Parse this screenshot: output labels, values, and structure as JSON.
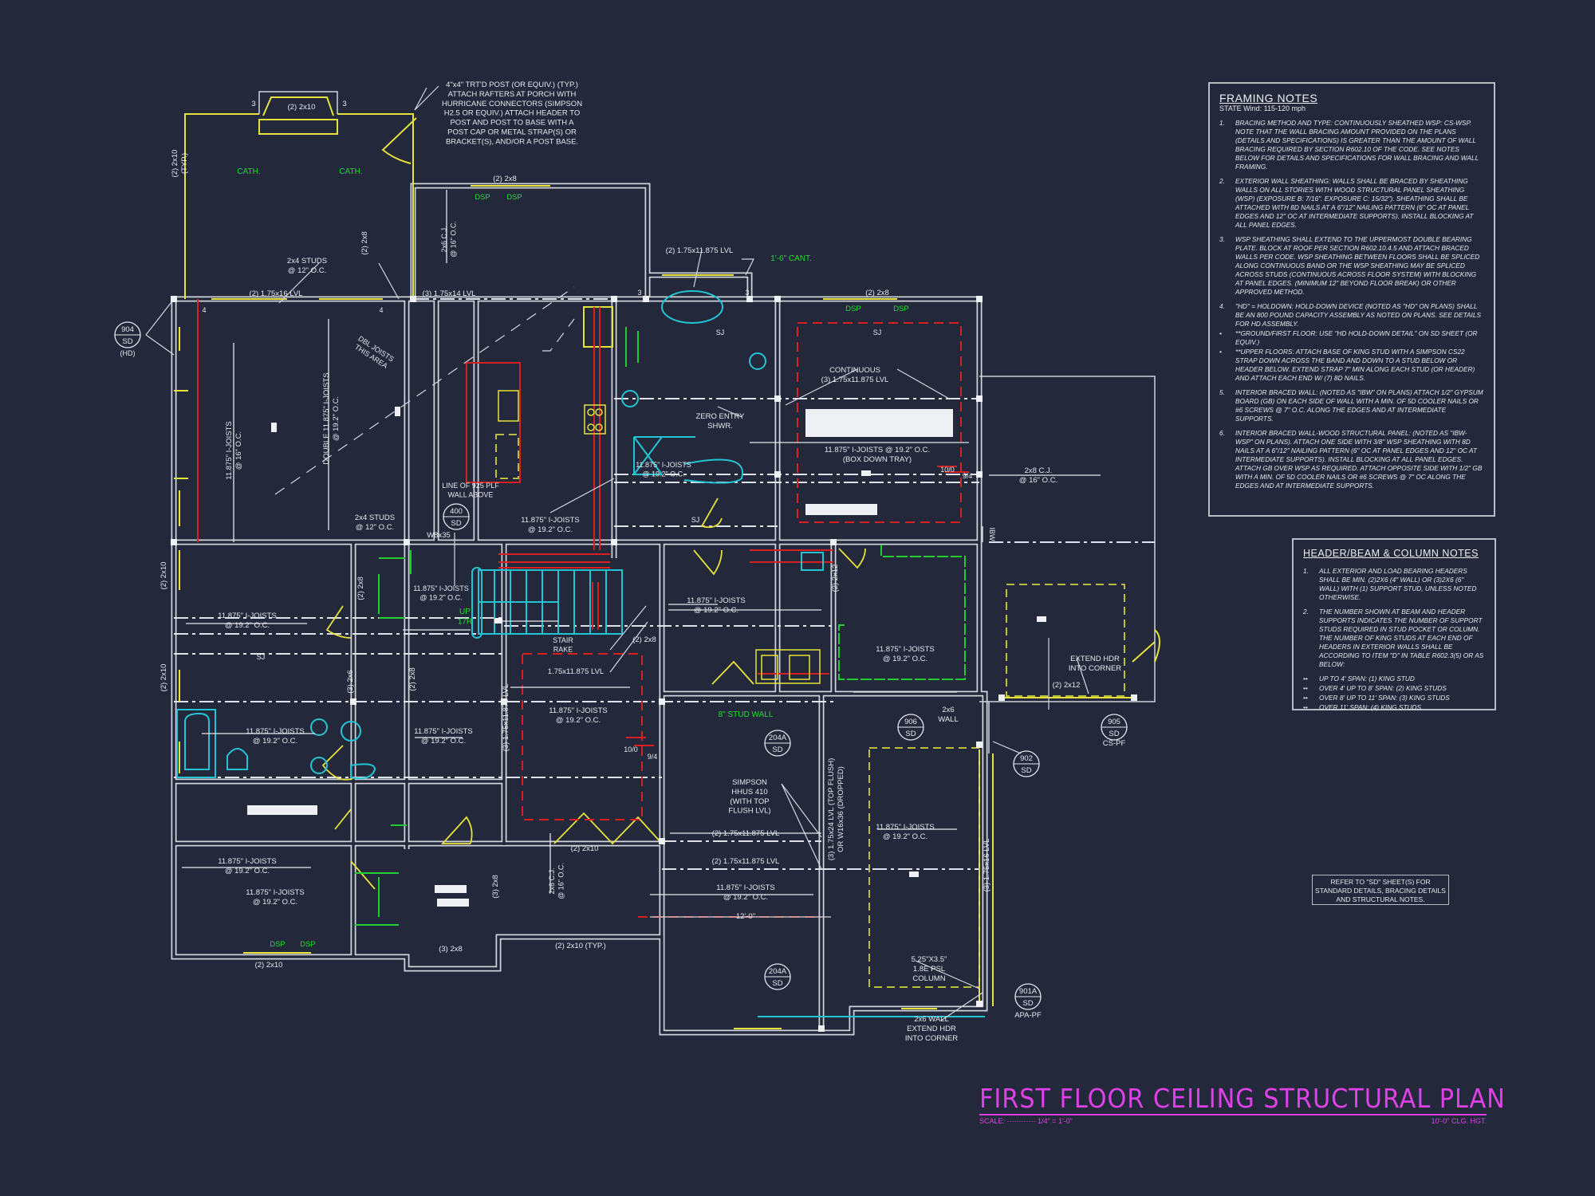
{
  "title": {
    "main": "FIRST FLOOR CEILING STRUCTURAL PLAN",
    "scale": "SCALE: ············ 1/4\" = 1'-0\"",
    "ceiling_height": "10'-0\" CLG. HGT."
  },
  "colors": {
    "background": "#23283a",
    "walls": "#d4d7de",
    "beams": "#e6e23c",
    "labels_green": "#22dd33",
    "red_dashed": "#d82020",
    "fixtures_cyan": "#22c4d4",
    "title_magenta": "#e040e8"
  },
  "framing_notes": {
    "title": "FRAMING NOTES",
    "subtitle": "STATE Wind: 115-120 mph",
    "items": [
      {
        "num": "1.",
        "text": "BRACING METHOD AND TYPE: CONTINUOUSLY SHEATHED WSP: CS-WSP. NOTE THAT THE WALL BRACING AMOUNT PROVIDED ON THE PLANS (DETAILS AND SPECIFICATIONS) IS GREATER THAN THE AMOUNT OF WALL BRACING REQUIRED BY SECTION R602.10 OF THE CODE. SEE NOTES BELOW FOR DETAILS AND SPECIFICATIONS FOR WALL BRACING AND WALL FRAMING."
      },
      {
        "num": "2.",
        "text": "EXTERIOR WALL SHEATHING: WALLS SHALL BE BRACED BY SHEATHING WALLS ON ALL STORIES WITH WOOD STRUCTURAL PANEL SHEATHING (WSP) (EXPOSURE B: 7/16\". EXPOSURE C: 15/32\"). SHEATHING SHALL BE ATTACHED WITH 8d NAILS AT A 6\"/12\" NAILING PATTERN (6\" OC AT PANEL EDGES AND 12\" OC AT INTERMEDIATE SUPPORTS). INSTALL BLOCKING AT ALL PANEL EDGES."
      },
      {
        "num": "3.",
        "text": "WSP SHEATHING SHALL EXTEND TO THE UPPERMOST DOUBLE BEARING PLATE. BLOCK AT ROOF PER SECTION R602.10.4.5 AND ATTACH BRACED WALLS PER CODE. WSP SHEATHING BETWEEN FLOORS SHALL BE SPLICED ALONG CONTINUOUS BAND OR THE WSP SHEATHING MAY BE SPLICED ACROSS STUDS (CONTINUOUS ACROSS FLOOR SYSTEM) WITH BLOCKING AT PANEL EDGES. (MINIMUM 12\" BEYOND FLOOR BREAK) OR OTHER APPROVED METHOD."
      },
      {
        "num": "4.",
        "text": "\"HD\" = HOLDOWN: HOLD-DOWN DEVICE (NOTED AS \"HD\" ON PLANS) SHALL BE AN 800 POUND CAPACITY ASSEMBLY AS NOTED ON PLANS. SEE DETAILS FOR HD ASSEMBLY."
      },
      {
        "num": "•",
        "text": "**GROUND/FIRST FLOOR: USE \"HD HOLD-DOWN DETAIL\" ON SD SHEET (OR EQUIV.)"
      },
      {
        "num": "•",
        "text": "**UPPER FLOORS: ATTACH BASE OF KING STUD WITH A SIMPSON CS22 STRAP DOWN ACROSS THE BAND AND DOWN TO A STUD BELOW OR HEADER BELOW. EXTEND STRAP 7\" MIN ALONG EACH STUD (OR HEADER) AND ATTACH EACH END W/ (7) 8d NAILS."
      },
      {
        "num": "5.",
        "text": "INTERIOR BRACED WALL: (NOTED AS \"IBW\" ON PLANS) ATTACH 1/2\" GYPSUM BOARD (GB) ON EACH SIDE OF WALL WITH A MIN. OF 5d COOLER NAILS OR #6 SCREWS @ 7\" O.C. ALONG THE EDGES AND AT INTERMEDIATE SUPPORTS."
      },
      {
        "num": "6.",
        "text": "INTERIOR BRACED WALL-WOOD STRUCTURAL PANEL: (NOTED AS \"IBW-WSP\" ON PLANS). ATTACH ONE SIDE WITH 3/8\" WSP SHEATHING WITH 8d NAILS AT A 6\"/12\" NAILING PATTERN (6\" OC AT PANEL EDGES AND 12\" OC AT INTERMEDIATE SUPPORTS). INSTALL BLOCKING AT ALL PANEL EDGES. ATTACH GB OVER WSP AS REQUIRED. ATTACH OPPOSITE SIDE WITH 1/2\" GB WITH A MIN. OF 5d COOLER NAILS OR #6 SCREWS @ 7\" OC ALONG THE EDGES AND AT INTERMEDIATE SUPPORTS."
      }
    ]
  },
  "header_notes": {
    "title": "HEADER/BEAM & COLUMN NOTES",
    "items": [
      {
        "num": "1.",
        "text": "ALL EXTERIOR AND LOAD BEARING HEADERS SHALL BE MIN. (2)2x6 (4\" WALL) OR (3)2x6 (6\" WALL) WITH (1) SUPPORT STUD, UNLESS NOTED OTHERWISE."
      },
      {
        "num": "2.",
        "text": "THE NUMBER SHOWN AT BEAM AND HEADER SUPPORTS INDICATES THE NUMBER OF SUPPORT STUDS REQUIRED IN STUD POCKET OR COLUMN. THE NUMBER OF KING STUDS AT EACH END OF HEADERS IN EXTERIOR WALLS SHALL BE ACCORDING TO ITEM \"d\" IN TABLE R602.3(5) OR AS BELOW:"
      },
      {
        "num": "••",
        "text": "UP TO 4' SPAN: (1) KING STUD"
      },
      {
        "num": "••",
        "text": "OVER 4' UP TO 8' SPAN: (2) KING STUDS"
      },
      {
        "num": "••",
        "text": "OVER 8' UP TO 11' SPAN: (3) KING STUDS"
      },
      {
        "num": "••",
        "text": "OVER 11' SPAN: (4) KING STUDS"
      }
    ]
  },
  "refer_note": "REFER TO \"SD\" SHEET(S) FOR STANDARD DETAILS, BRACING DETAILS AND STRUCTURAL NOTES.",
  "plan": {
    "labels": {
      "porch_post_note": [
        "4\"x4\" TRT'D POST (OR EQUIV.) (TYP.)",
        "ATTACH RAFTERS AT PORCH WITH",
        "HURRICANE CONNECTORS (SIMPSON",
        "H2.5 OR EQUIV.) ATTACH HEADER TO",
        "POST AND POST TO BASE WITH A",
        "POST CAP OR METAL STRAP(S) OR",
        "BRACKET(S), AND/OR A POST BASE."
      ],
      "porch_header": [
        "(2) 2x10"
      ],
      "porch_post_l": [
        "3"
      ],
      "porch_post_r": [
        "3"
      ],
      "porch_side": [
        "(2) 2x10",
        "(TYP.)"
      ],
      "cath_l": [
        "CATH."
      ],
      "cath_r": [
        "CATH."
      ],
      "upper_room_header": [
        "(2) 2x8"
      ],
      "dsp_a1": [
        "DSP"
      ],
      "dsp_a2": [
        "DSP"
      ],
      "upper_cj": [
        "2x6 C.J.",
        "@ 16\" O.C."
      ],
      "upper_side": [
        "(2) 2x8"
      ],
      "studs_1": [
        "2x4 STUDS",
        "@ 12\" O.C."
      ],
      "lvl_16": [
        "(2) 1.75x16 LVL"
      ],
      "lvl_14": [
        "(3) 1.75x14 LVL"
      ],
      "n4a": [
        "4"
      ],
      "n4b": [
        "4"
      ],
      "lvl_bay": [
        "(2) 1.75x11.875 LVL"
      ],
      "cant": [
        "1'-6\" CANT."
      ],
      "n3a": [
        "3"
      ],
      "n3b": [
        "3"
      ],
      "bed_header": [
        "(2) 2x8"
      ],
      "dsp_b1": [
        "DSP"
      ],
      "dsp_b2": [
        "DSP"
      ],
      "sj_1": [
        "SJ"
      ],
      "sj_2": [
        "SJ"
      ],
      "continuous": [
        "CONTINUOUS",
        "(3) 1.75x11.875 LVL"
      ],
      "zero_entry": [
        "ZERO ENTRY",
        "SHWR."
      ],
      "ij_bath": [
        "11.875\" I-JOISTS",
        "@ 19.2\" O.C."
      ],
      "ij_tray": [
        "11.875\" I-JOISTS @ 19.2\" O.C.",
        "(BOX DOWN TRAY)"
      ],
      "tray_a": [
        "10/0"
      ],
      "tray_b": [
        "9/4"
      ],
      "ij_great": [
        "11.875\" I-JOISTS",
        "@ 16\" O.C."
      ],
      "ij_double": [
        "DOUBLE 11.875\" I-JOISTS",
        "@ 19.2\" O.C."
      ],
      "dbl_area": [
        "DBL JOISTS",
        "THIS AREA"
      ],
      "plf_line": [
        "LINE OF 925 PLF",
        "WALL ABOVE"
      ],
      "studs_2": [
        "2x4 STUDS",
        "@ 12\" O.C."
      ],
      "ij_kitchen": [
        "11.875\" I-JOISTS",
        "@ 19.2\" O.C."
      ],
      "w8": [
        "W8x35"
      ],
      "sj_3": [
        "SJ"
      ],
      "left_hdr_1": [
        "(2) 2x10"
      ],
      "ij_left_1": [
        "11.875\" I-JOISTS",
        "@ 19.2\" O.C."
      ],
      "closet_hdr": [
        "(2) 2x8"
      ],
      "ij_hall": [
        "11.875\" I-JOISTS",
        "@ 19.2\" O.C."
      ],
      "up_17r": [
        "UP",
        "17R"
      ],
      "sj_4": [
        "SJ"
      ],
      "left_hdr_2": [
        "(2) 2x10"
      ],
      "stair_rake": [
        "STAIR",
        "RAKE"
      ],
      "stair_hdr": [
        "(2) 2x8"
      ],
      "lvl_stair": [
        "1.75x11.875 LVL"
      ],
      "ij_laundry": [
        "11.875\" I-JOISTS",
        "@ 19.2\" O.C."
      ],
      "laundry_hdr": [
        "(2) 2x12"
      ],
      "ij_bed2": [
        "11.875\" I-JOISTS",
        "@ 19.2\" O.C."
      ],
      "stud_wall": [
        "8\" STUD WALL"
      ],
      "hall_hdr_a": [
        "(3) 2x6"
      ],
      "hall_hdr_b": [
        "(2) 2x8"
      ],
      "ij_bath2": [
        "11.875\" I-JOISTS",
        "@ 19.2\" O.C."
      ],
      "ij_hall2": [
        "11.875\" I-JOISTS",
        "@ 19.2\" O.C."
      ],
      "lvl_3_vert": [
        "(3) 1.75x11.875 LVL"
      ],
      "ij_dining": [
        "11.875\" I-JOISTS",
        "@ 19.2\" O.C."
      ],
      "tray_c": [
        "10/0"
      ],
      "tray_d": [
        "9/4"
      ],
      "wall_2x6": [
        "2x6",
        "WALL"
      ],
      "extend_hdr": [
        "EXTEND HDR",
        "INTO CORNER"
      ],
      "garage_hdr": [
        "(2) 2x12"
      ],
      "ibw": [
        "IBW"
      ],
      "cj_2x8": [
        "2x8 C.J.",
        "@ 16\" O.C."
      ],
      "simpson": [
        "SIMPSON",
        "HHUS 410",
        "(WITH TOP",
        "FLUSH LVL)"
      ],
      "lvl_24": [
        "(3) 1.75x24 LVL (TOP FLUSH)",
        "OR W16x36 (DROPPED)"
      ],
      "lvl_a": [
        "(2) 1.75x11.875 LVL"
      ],
      "lvl_b": [
        "(2) 1.75x11.875 LVL"
      ],
      "ij_study": [
        "11.875\" I-JOISTS",
        "@ 19.2\" O.C."
      ],
      "dim_12": [
        "12'-0\""
      ],
      "ij_right_low": [
        "11.875\" I-JOISTS",
        "@ 19.2\" O.C."
      ],
      "lvl_16_vert": [
        "(3) 1.75x16 LVL"
      ],
      "psl": [
        "5.25\"X3.5\"",
        "1.8E PSL",
        "COLUMN"
      ],
      "apa": [
        "APA-PF"
      ],
      "cspf": [
        "CS-PF"
      ],
      "wall_extend": [
        "2x6 WALL",
        "EXTEND HDR",
        "INTO CORNER"
      ],
      "ij_lower_l1": [
        "11.875\" I-JOISTS",
        "@ 19.2\" O.C."
      ],
      "ij_lower_l2": [
        "11.875\" I-JOISTS",
        "@ 19.2\" O.C."
      ],
      "dsp_c1": [
        "DSP"
      ],
      "dsp_c2": [
        "DSP"
      ],
      "bottom_hdr": [
        "(2) 2x10"
      ],
      "bottom_3x8": [
        "(3) 2x8"
      ],
      "side_3x8": [
        "(3) 2x8"
      ],
      "cj_lower": [
        "2x6 C.J.",
        "@ 16\" O.C."
      ],
      "typ_2x10": [
        "(2) 2x10 (TYP.)"
      ],
      "doors_hdr": [
        "(2) 2x10"
      ],
      "hd": [
        "(HD)"
      ]
    },
    "detail_tags": [
      {
        "top": "904",
        "bottom": "SD"
      },
      {
        "top": "400",
        "bottom": "SD"
      },
      {
        "top": "204A",
        "bottom": "SD"
      },
      {
        "top": "906",
        "bottom": "SD"
      },
      {
        "top": "905",
        "bottom": "SD"
      },
      {
        "top": "902",
        "bottom": "SD"
      },
      {
        "top": "204A",
        "bottom": "SD"
      },
      {
        "top": "901A",
        "bottom": "SD"
      }
    ]
  }
}
